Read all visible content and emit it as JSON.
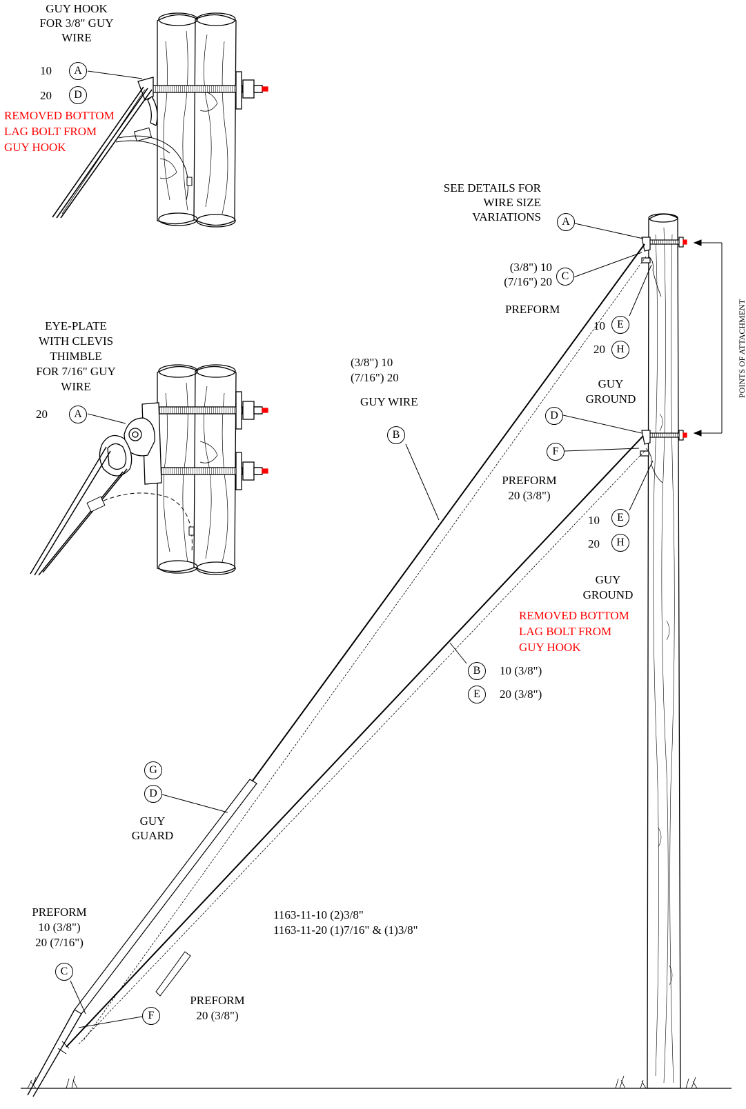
{
  "detail_guy_hook": {
    "title": [
      "GUY HOOK",
      "FOR 3/8\" GUY",
      "WIRE"
    ],
    "qty_a": "10",
    "qty_d": "20",
    "callout_a": "A",
    "callout_d": "D",
    "note": [
      "REMOVED BOTTOM",
      "LAG BOLT FROM",
      "GUY HOOK"
    ]
  },
  "detail_eye_plate": {
    "title": [
      "EYE-PLATE",
      "WITH CLEVIS",
      "THIMBLE",
      "FOR 7/16\" GUY",
      "WIRE"
    ],
    "qty_a": "20",
    "callout_a": "A"
  },
  "main": {
    "see_details": [
      "SEE DETAILS FOR",
      "WIRE SIZE",
      "VARIATIONS"
    ],
    "upper": {
      "callout_a": "A",
      "callout_c": "C",
      "size_c": [
        "(3/8\") 10",
        "(7/16\") 20"
      ],
      "preform": "PREFORM",
      "qty_e": "10",
      "callout_e": "E",
      "qty_h": "20",
      "callout_h": "H",
      "guy_ground": [
        "GUY",
        "GROUND"
      ]
    },
    "guy_wire": {
      "sizes": [
        "(3/8\") 10",
        "(7/16\") 20"
      ],
      "label": "GUY WIRE",
      "callout_b": "B"
    },
    "lower": {
      "callout_d": "D",
      "callout_f": "F",
      "preform": [
        "PREFORM",
        "20 (3/8\")"
      ],
      "qty_e": "10",
      "callout_e": "E",
      "qty_h": "20",
      "callout_h": "H",
      "guy_ground": [
        "GUY",
        "GROUND"
      ],
      "note": [
        "REMOVED BOTTOM",
        "LAG BOLT FROM",
        "GUY HOOK"
      ],
      "callout_b": "B",
      "size_b": "10 (3/8\")",
      "callout_e2": "E",
      "size_e2": "20 (3/8\")"
    },
    "points_of_attachment": "POINTS OF ATTACHMENT",
    "guy_guard": {
      "callout_g": "G",
      "callout_d": "D",
      "label": [
        "GUY",
        "GUARD"
      ]
    },
    "anchor_preform": {
      "label": [
        "PREFORM",
        "10 (3/8\")",
        "20 (7/16\")"
      ],
      "callout_c": "C"
    },
    "anchor_preform2": {
      "label": [
        "PREFORM",
        "20 (3/8\")"
      ],
      "callout_f": "F"
    },
    "assembly_units": [
      "1163-11-10 (2)3/8\"",
      "1163-11-20 (1)7/16\" & (1)3/8\""
    ]
  },
  "colors": {
    "line": "#000000",
    "note_red": "#ff0000",
    "bolt_tip": "#ff0000"
  }
}
